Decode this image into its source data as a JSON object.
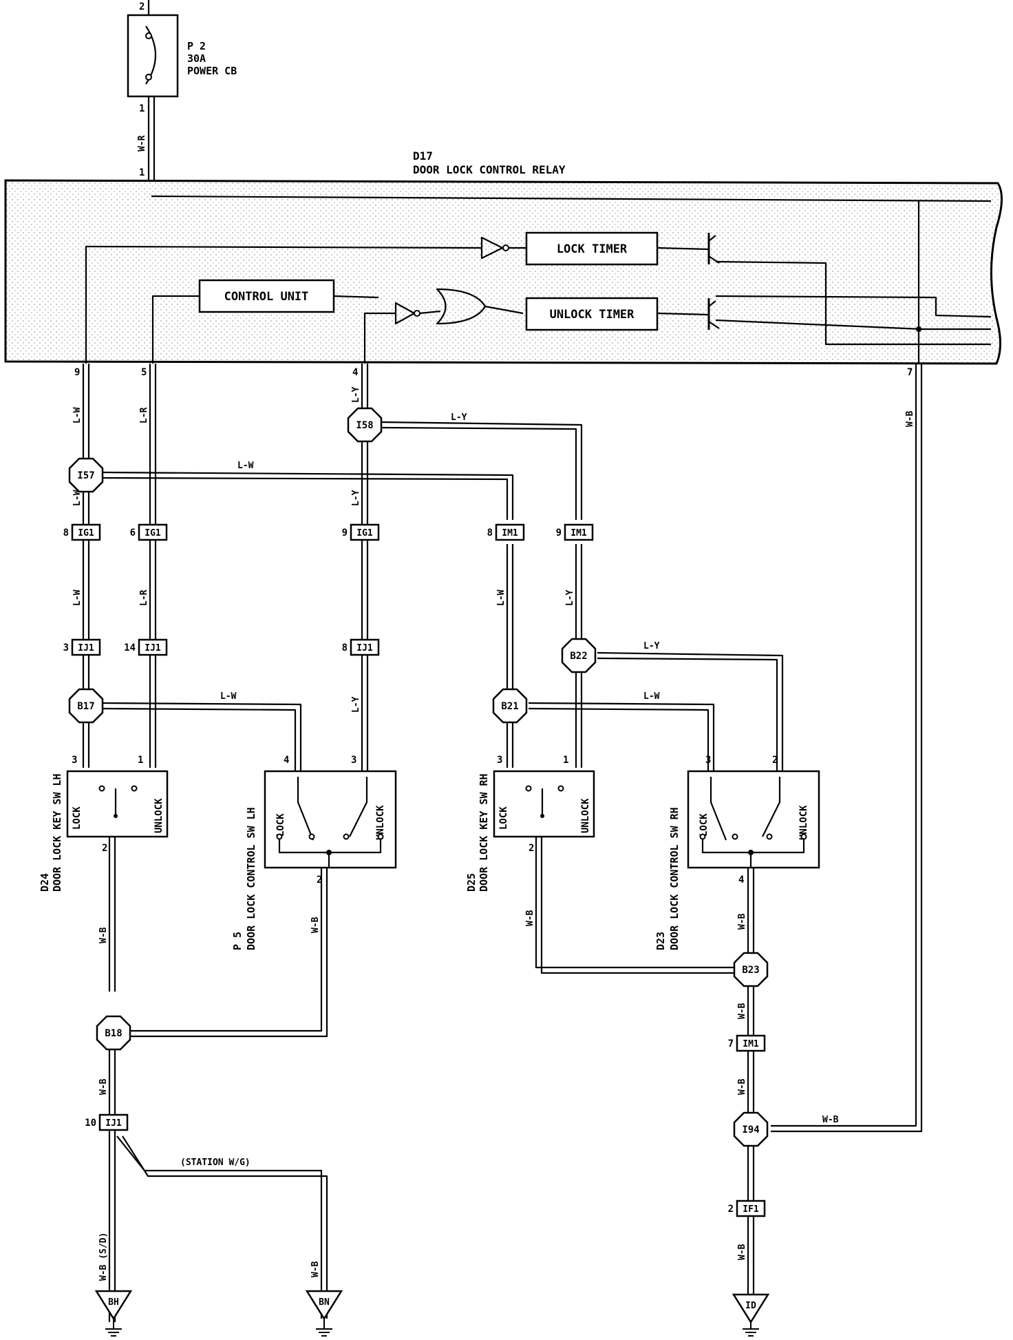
{
  "breaker": {
    "pin_top": "2",
    "pin_bottom": "1",
    "name": "P 2",
    "rating": "30A",
    "type": "POWER CB",
    "wire": "W-R"
  },
  "relay": {
    "code": "D17",
    "name": "DOOR LOCK CONTROL RELAY",
    "pin_in": "1",
    "lock_timer": "LOCK TIMER",
    "unlock_timer": "UNLOCK TIMER",
    "control_unit": "CONTROL UNIT",
    "pins": [
      "9",
      "5",
      "4",
      "7"
    ]
  },
  "wires": {
    "lw": "L-W",
    "lr": "L-R",
    "ly": "L-Y",
    "wb": "W-B",
    "station": "(STATION W/G)",
    "sd": "W-B (S/D)"
  },
  "junctions": [
    "I57",
    "I58",
    "B17",
    "B21",
    "B22",
    "B18",
    "B23",
    "I94"
  ],
  "connectors": [
    {
      "pin": "8",
      "name": "IG1"
    },
    {
      "pin": "6",
      "name": "IG1"
    },
    {
      "pin": "9",
      "name": "IG1"
    },
    {
      "pin": "8",
      "name": "IM1"
    },
    {
      "pin": "9",
      "name": "IM1"
    },
    {
      "pin": "3",
      "name": "IJ1"
    },
    {
      "pin": "14",
      "name": "IJ1"
    },
    {
      "pin": "8",
      "name": "IJ1"
    },
    {
      "pin": "10",
      "name": "IJ1"
    },
    {
      "pin": "7",
      "name": "IM1"
    },
    {
      "pin": "2",
      "name": "IF1"
    }
  ],
  "switches": {
    "d24": {
      "code": "D24",
      "name": "DOOR LOCK KEY SW LH",
      "lock": "LOCK",
      "unlock": "UNLOCK",
      "pins": [
        "3",
        "1",
        "2"
      ]
    },
    "p5": {
      "code": "P 5",
      "name": "DOOR LOCK CONTROL SW LH",
      "lock": "LOCK",
      "unlock": "UNLOCK",
      "pins": [
        "4",
        "3",
        "2"
      ]
    },
    "d25": {
      "code": "D25",
      "name": "DOOR LOCK KEY SW RH",
      "lock": "LOCK",
      "unlock": "UNLOCK",
      "pins": [
        "3",
        "1",
        "2"
      ]
    },
    "d23": {
      "code": "D23",
      "name": "DOOR LOCK CONTROL SW RH",
      "lock": "LOCK",
      "unlock": "UNLOCK",
      "pins": [
        "3",
        "2",
        "4"
      ]
    }
  },
  "grounds": [
    "BH",
    "BN",
    "ID"
  ]
}
